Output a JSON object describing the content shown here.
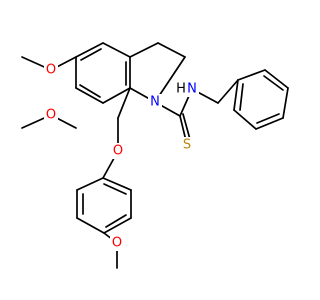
{
  "molecule": {
    "atoms": {
      "o_methoxy_6": "O",
      "o_methoxy_7": "O",
      "n_ring": "N",
      "n_amide": "N",
      "h_amide": "H",
      "s_thio": "S",
      "o_ether": "O",
      "o_methoxy_phenyl": "O"
    },
    "colors": {
      "bond": "#000000",
      "oxygen": "#ff0000",
      "nitrogen": "#0000ff",
      "sulfur": "#b8860b",
      "text_dark": "#000000"
    }
  }
}
